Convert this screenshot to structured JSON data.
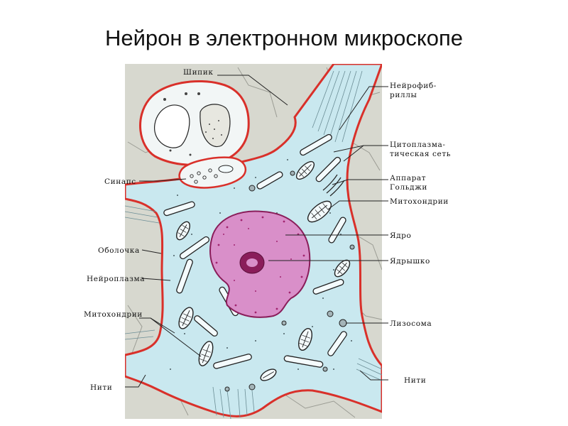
{
  "title": "Нейрон в электронном микроскопе",
  "labels": {
    "left": {
      "shipik": "Шипик",
      "sinaps": "Синапс",
      "obolochka": "Оболочка",
      "neiroplazma": "Нейроплазма",
      "mitokhondrii": "Митохондрии",
      "niti": "Нити"
    },
    "right": {
      "neirofibrilly_1": "Нейрофиб-",
      "neirofibrilly_2": "риллы",
      "cytoplasm_1": "Цитоплазма-",
      "cytoplasm_2": "тическая сеть",
      "golgi_1": "Аппарат",
      "golgi_2": "Гольджи",
      "mitokhondrii": "Митохондрии",
      "yadro": "Ядро",
      "yadryshko": "Ядрышко",
      "lizosoma": "Лизосома",
      "niti": "Нити"
    }
  },
  "colors": {
    "membrane": "#d9302a",
    "cytoplasm": "#c9e8ef",
    "tissue": "#d7d8cf",
    "nucleus": "#d98fc9",
    "nucleus_dots": "#a1246f",
    "nucleolus": "#8a1d5a"
  }
}
